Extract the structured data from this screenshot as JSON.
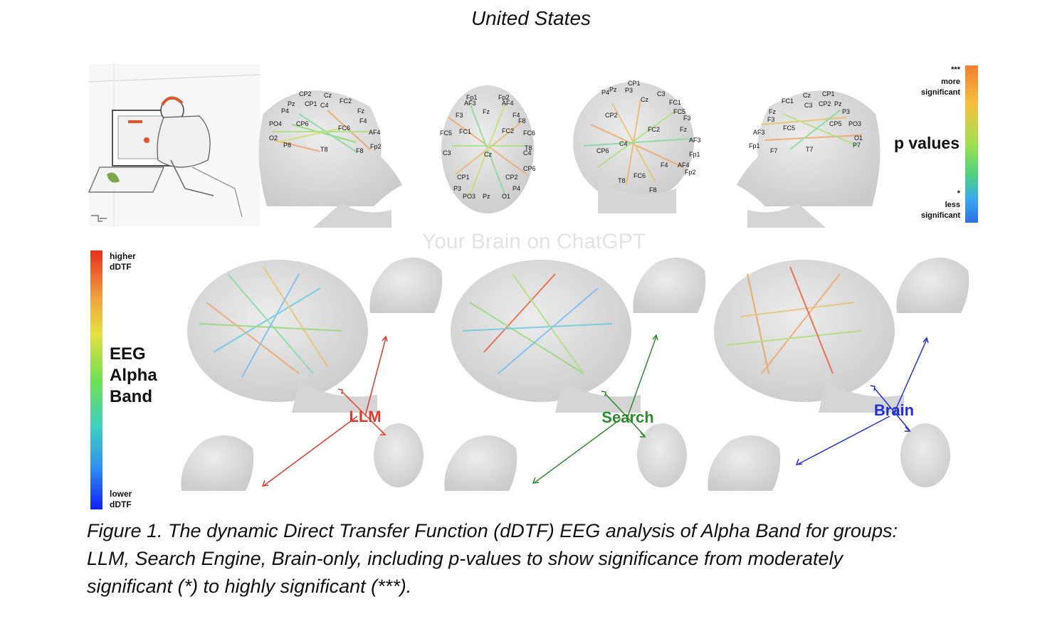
{
  "page": {
    "top_title": "United States"
  },
  "figure": {
    "watermark": "Your Brain on ChatGPT",
    "pvalue_legend": {
      "high_marker": "***",
      "high_label_1": "more",
      "high_label_2": "significant",
      "title": "p values",
      "low_marker": "*",
      "low_label_1": "less",
      "low_label_2": "significant",
      "gradient": [
        "#f08030",
        "#f6c040",
        "#9ee050",
        "#4ed080",
        "#3aa8f0",
        "#2e6ee8"
      ]
    },
    "ddtf_legend": {
      "high_label_1": "higher",
      "high_label_2": "dDTF",
      "title_1": "EEG",
      "title_2": "Alpha",
      "title_3": "Band",
      "low_label_1": "lower",
      "low_label_2": "dDTF",
      "gradient": [
        "#e8301c",
        "#f0a040",
        "#e8e040",
        "#70e050",
        "#40d0c0",
        "#3090f0",
        "#1020f0"
      ]
    },
    "groups": [
      {
        "label": "LLM",
        "color": "#e03a2a"
      },
      {
        "label": "Search",
        "color": "#2e8a2e"
      },
      {
        "label": "Brain",
        "color": "#2030d8"
      }
    ],
    "electrodes": {
      "side_left": [
        "CP2",
        "Cz",
        "P4",
        "Pz",
        "CP1",
        "C4",
        "FC2",
        "Fz",
        "CP6",
        "F4",
        "PO4",
        "FC6",
        "AF4",
        "O2",
        "P8",
        "T8",
        "Fp2",
        "F8"
      ],
      "top": [
        "Fp1",
        "Fp2",
        "AF3",
        "AF4",
        "F3",
        "Fz",
        "F4",
        "F8",
        "FC5",
        "FC1",
        "FC2",
        "FC6",
        "C3",
        "Cz",
        "C4",
        "T8",
        "CP1",
        "CP2",
        "CP6",
        "P3",
        "P4",
        "PO3",
        "Pz",
        "O1"
      ],
      "back": [
        "CP1",
        "P3",
        "P4",
        "Pz",
        "CP2",
        "Cz",
        "C3",
        "FC1",
        "FC5",
        "F3",
        "Fz",
        "AF3",
        "Fp1",
        "FC2",
        "C4",
        "CP6",
        "F4",
        "AF4",
        "Fp2",
        "FC6",
        "T8",
        "F8"
      ],
      "side_right": [
        "FC1",
        "Cz",
        "CP1",
        "C3",
        "CP2",
        "Pz",
        "Fz",
        "P3",
        "F3",
        "FC5",
        "CP5",
        "PO3",
        "AF3",
        "Fp1",
        "F7",
        "T7",
        "P7",
        "O1"
      ]
    }
  },
  "caption": {
    "line_1": "Figure 1. The dynamic Direct Transfer Function (dDTF) EEG analysis of Alpha Band for groups:",
    "line_2": "LLM, Search Engine, Brain-only, including p-values to show significance from moderately",
    "line_3": "significant (*) to highly significant (***)."
  }
}
